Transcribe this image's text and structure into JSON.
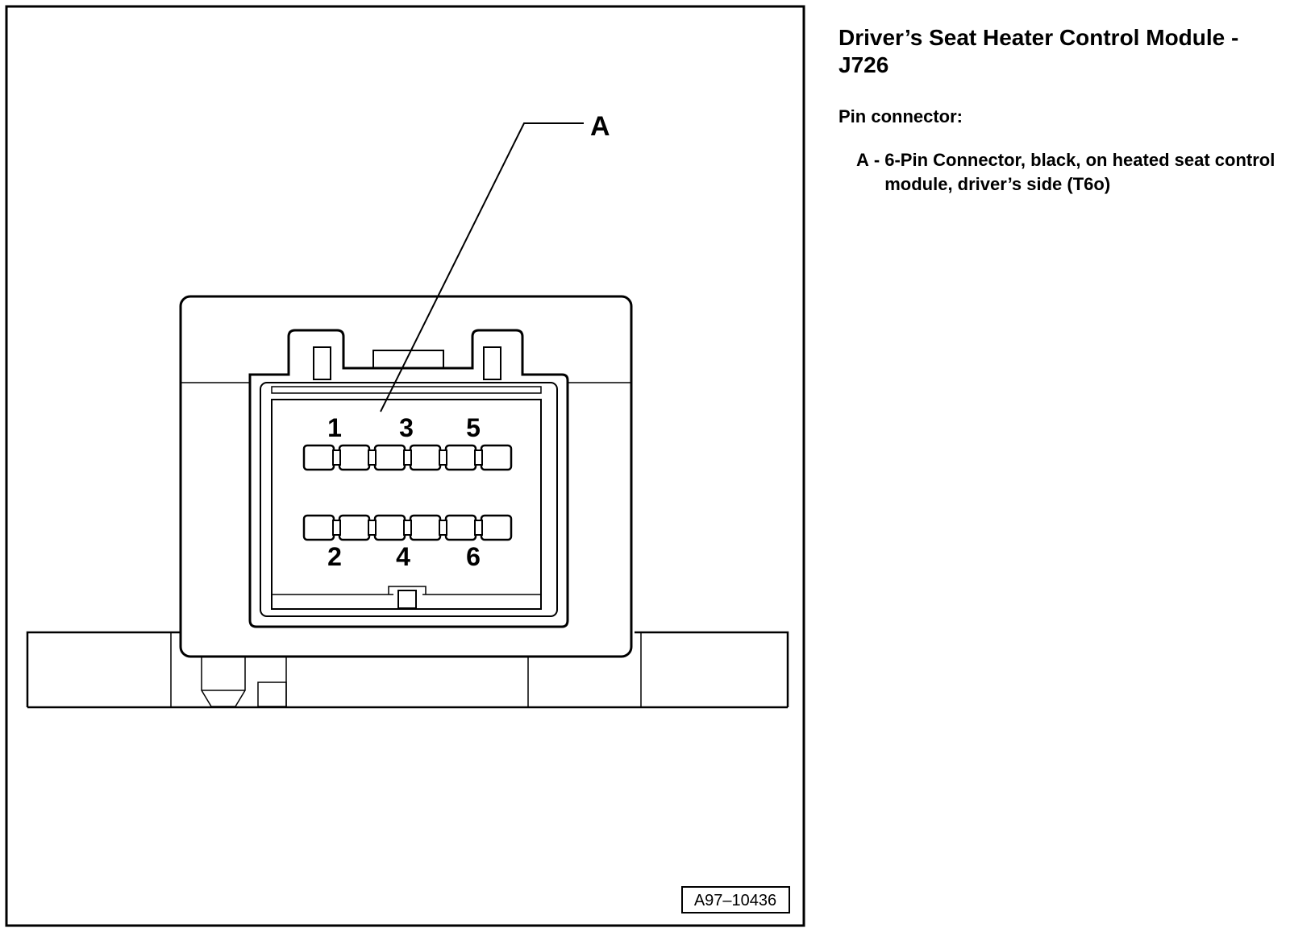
{
  "title": "Driver’s Seat Heater Control Module - J726",
  "subtitle": "Pin connector:",
  "callout_label": "A",
  "legend": {
    "key": "A",
    "separator": "-",
    "text": "6-Pin Connector, black, on heated seat control module, driver’s side (T6o)"
  },
  "pins": {
    "top": [
      "1",
      "3",
      "5"
    ],
    "bottom": [
      "2",
      "4",
      "6"
    ]
  },
  "figure_id": "A97–10436"
}
